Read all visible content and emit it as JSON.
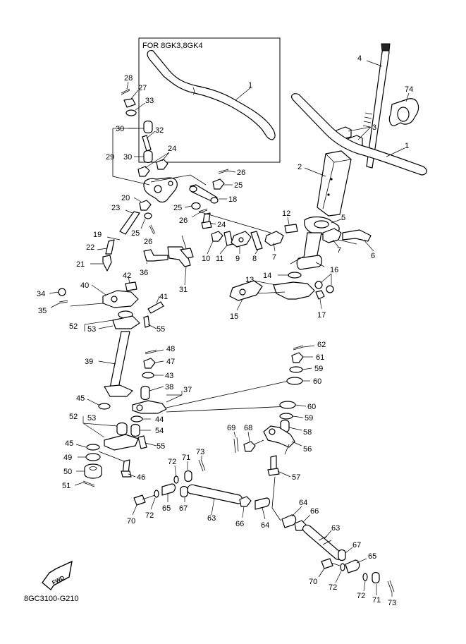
{
  "inset": {
    "title": "FOR 8GK3,8GK4",
    "label": "1"
  },
  "diagram_code": "8GC3100-G210",
  "fwd_label": "FWD",
  "callouts": {
    "c4": "4",
    "c74": "74",
    "c3": "3",
    "c1": "1",
    "c2": "2",
    "c5": "5",
    "c12": "12",
    "c6": "6",
    "c7a": "7",
    "c7b": "7",
    "c13": "13",
    "c14": "14",
    "c15": "15",
    "c16": "16",
    "c17": "17",
    "c28": "28",
    "c27": "27",
    "c33": "33",
    "c30a": "30",
    "c32": "32",
    "c29": "29",
    "c30b": "30",
    "c24a": "24",
    "c26a": "26",
    "c25a": "25",
    "c18": "18",
    "c25b": "25",
    "c26b": "26",
    "c24b": "24",
    "c20": "20",
    "c23": "23",
    "c25c": "25",
    "c26c": "26",
    "c19": "19",
    "c22": "22",
    "c21": "21",
    "c36": "36",
    "c31": "31",
    "c10": "10",
    "c11": "11",
    "c9": "9",
    "c8": "8",
    "c34": "34",
    "c35": "35",
    "c40": "40",
    "c42": "42",
    "c41": "41",
    "c52a": "52",
    "c53a": "53",
    "c55a": "55",
    "c48": "48",
    "c47": "47",
    "c43": "43",
    "c39": "39",
    "c38": "38",
    "c37": "37",
    "c45a": "45",
    "c44": "44",
    "c52b": "52",
    "c53b": "53",
    "c54": "54",
    "c45b": "45",
    "c55b": "55",
    "c49": "49",
    "c50": "50",
    "c51": "51",
    "c46": "46",
    "c62": "62",
    "c61": "61",
    "c59a": "59",
    "c60a": "60",
    "c60b": "60",
    "c59b": "59",
    "c58": "58",
    "c69": "69",
    "c68": "68",
    "c56": "56",
    "c57": "57",
    "c72a": "72",
    "c71a": "71",
    "c73a": "73",
    "c70a": "70",
    "c72b": "72",
    "c65a": "65",
    "c67a": "67",
    "c63a": "63",
    "c66a": "66",
    "c64a": "64",
    "c64b": "64",
    "c66b": "66",
    "c63b": "63",
    "c67b": "67",
    "c65b": "65",
    "c70b": "70",
    "c72c": "72",
    "c72d": "72",
    "c71b": "71",
    "c73b": "73"
  }
}
